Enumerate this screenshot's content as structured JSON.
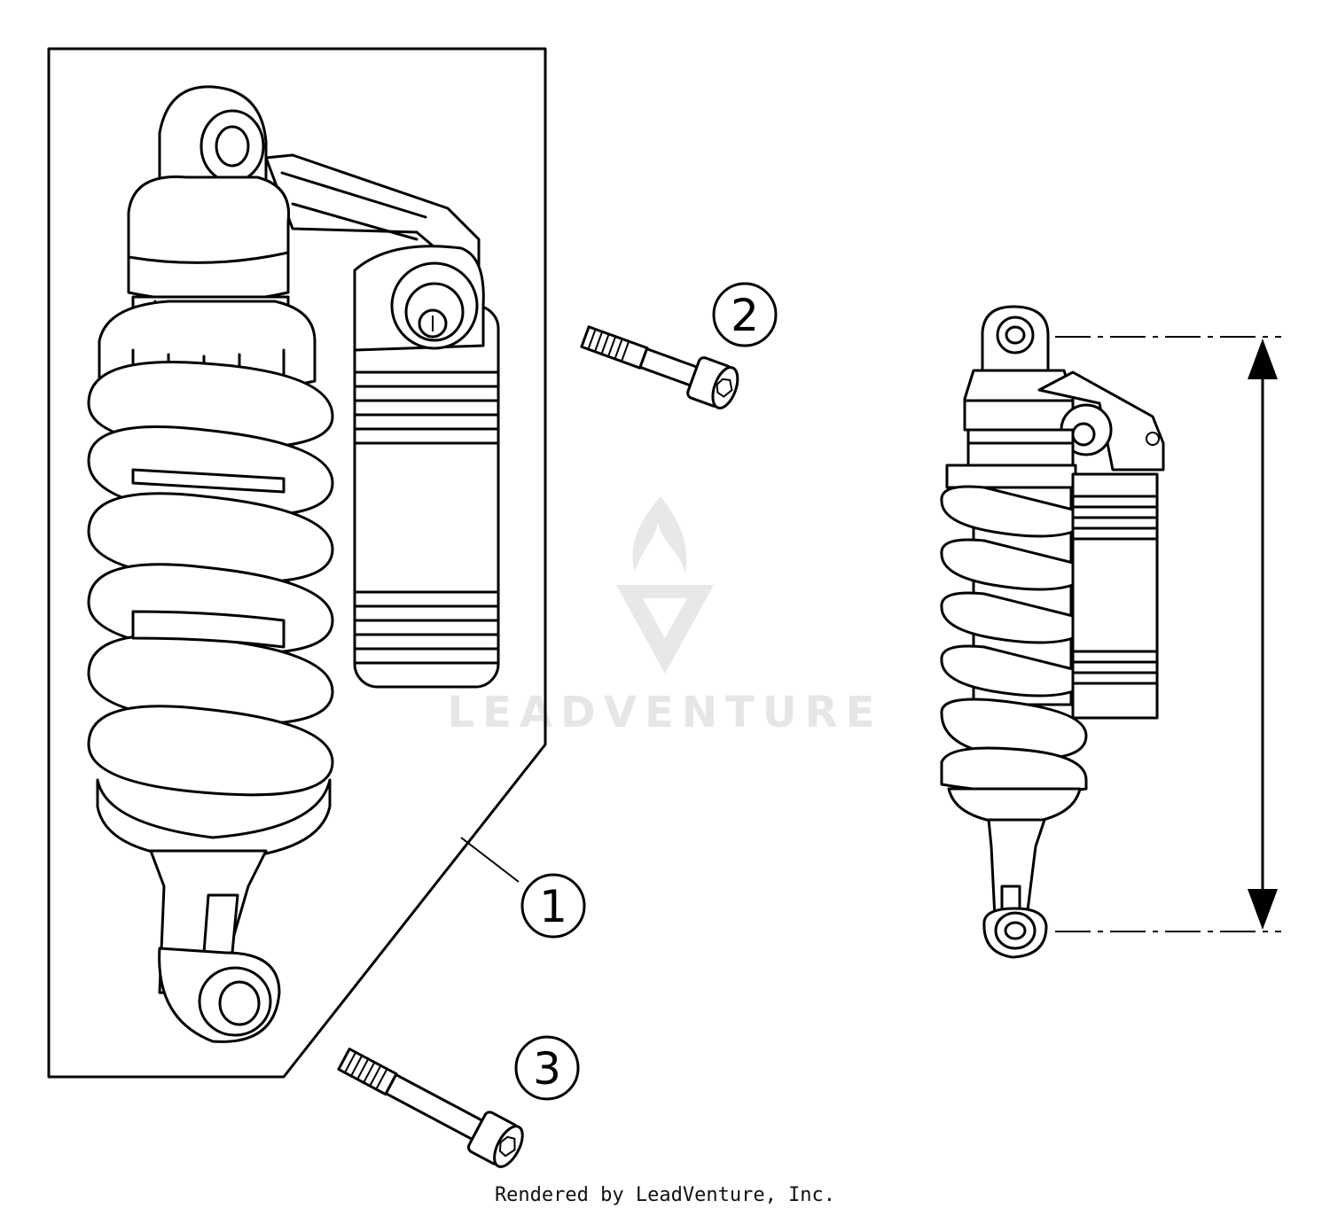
{
  "diagram": {
    "callouts": [
      {
        "number": "1"
      },
      {
        "number": "2"
      },
      {
        "number": "3"
      }
    ],
    "watermark": "LEADVENTURE",
    "footer": "Rendered by LeadVenture, Inc."
  }
}
